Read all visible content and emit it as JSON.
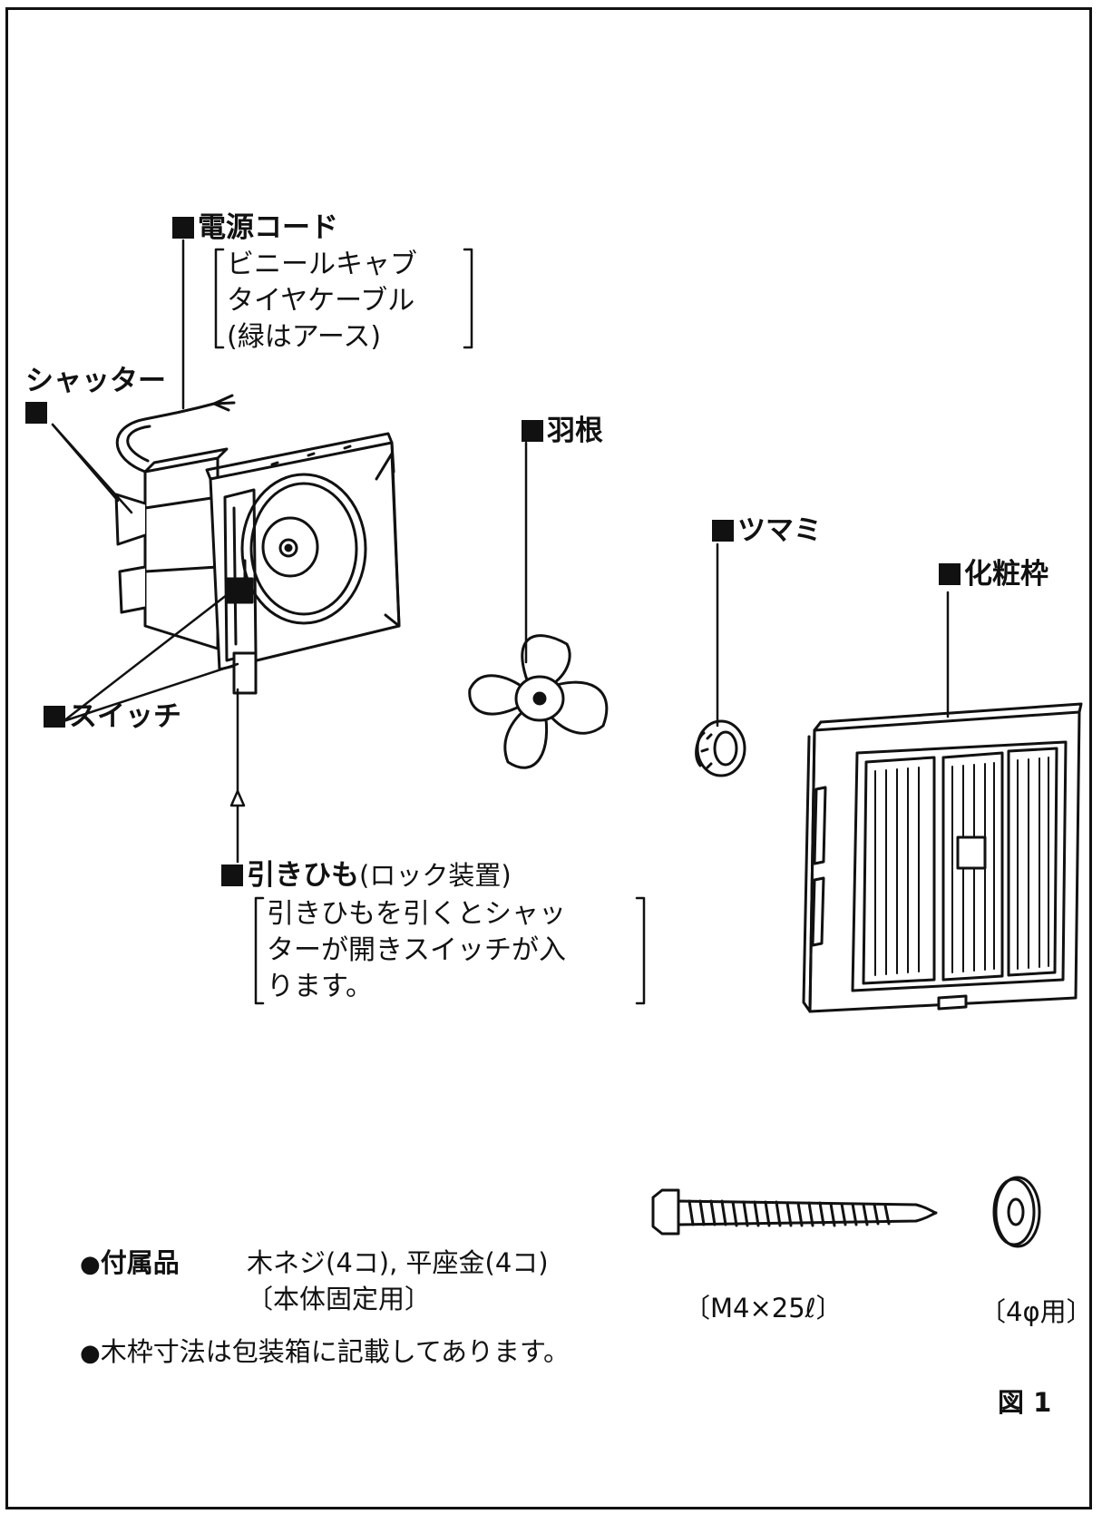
{
  "labels": {
    "power_cord": "電源コード",
    "shutter": "シャッター",
    "blade": "羽根",
    "knob": "ツマミ",
    "decorative_frame": "化粧枠",
    "switch": "スイッチ",
    "pull_cord": "引きひも",
    "pull_cord_sub": "(ロック装置)"
  },
  "notes": {
    "power_cord": [
      "ビニールキャブ",
      "タイヤケーブル",
      "(緑はアース)"
    ],
    "pull_cord": [
      "引きひもを引くとシャッ",
      "ターが開きスイッチが入",
      "ります。"
    ]
  },
  "accessories": {
    "heading": "付属品",
    "items": "木ネジ(4コ), 平座金(4コ)",
    "purpose": "〔本体固定用〕",
    "screw_spec": "〔M4×25ℓ〕",
    "washer_spec": "〔4φ用〕"
  },
  "frame_note": "木枠寸法は包装箱に記載してあります。",
  "figure_label": "図 1"
}
